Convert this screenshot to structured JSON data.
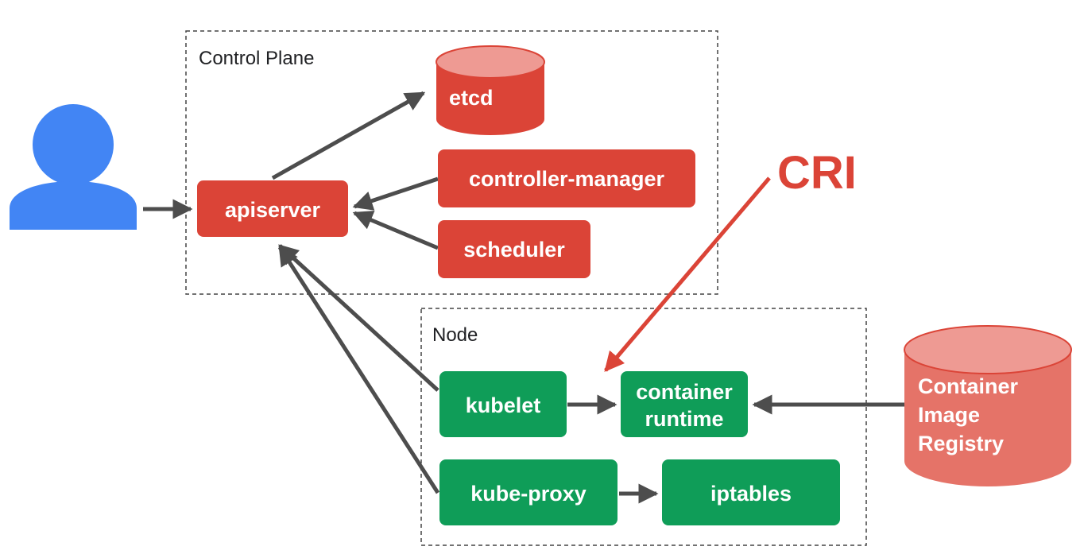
{
  "regions": {
    "control_plane": "Control Plane",
    "node": "Node"
  },
  "components": {
    "etcd": "etcd",
    "apiserver": "apiserver",
    "controller_manager": "controller-manager",
    "scheduler": "scheduler",
    "kubelet": "kubelet",
    "container_runtime": [
      "container",
      "runtime"
    ],
    "kube_proxy": "kube-proxy",
    "iptables": "iptables",
    "registry": [
      "Container",
      "Image",
      "Registry"
    ]
  },
  "callout": "CRI",
  "icons": {
    "user": "user-icon"
  },
  "colors": {
    "red": "#db4437",
    "red_light": "#e57368",
    "red_top": "#ee9a93",
    "green": "#0f9d58",
    "blue": "#4285f4",
    "arrow": "#4d4d4d",
    "dash": "#444444"
  }
}
